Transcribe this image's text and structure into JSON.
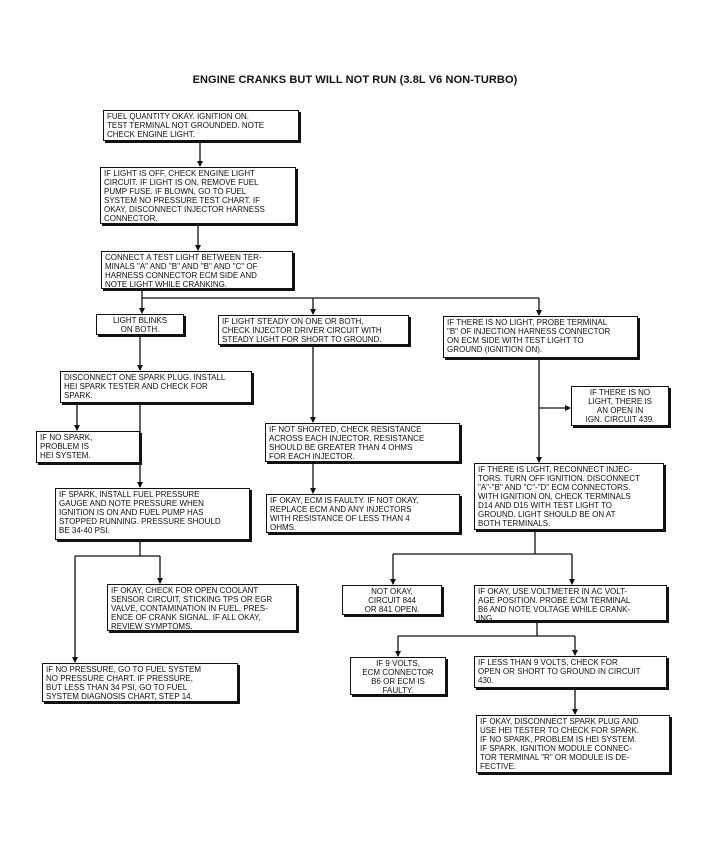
{
  "title": "ENGINE CRANKS BUT WILL NOT RUN (3.8L V6 NON-TURBO)",
  "boxes": {
    "b1": "FUEL QUANTITY OKAY. IGNITION ON.\nTEST TERMINAL NOT GROUNDED. NOTE\nCHECK ENGINE LIGHT.",
    "b2": "IF LIGHT IS OFF, CHECK ENGINE LIGHT\nCIRCUIT. IF LIGHT IS ON, REMOVE FUEL\nPUMP FUSE. IF BLOWN, GO TO FUEL\nSYSTEM NO PRESSURE TEST CHART. IF\nOKAY, DISCONNECT INJECTOR HARNESS\nCONNECTOR.",
    "b3": "CONNECT A TEST LIGHT BETWEEN TER-\nMINALS \"A\" AND \"B\" AND \"B\" AND \"C\" OF\nHARNESS CONNECTOR ECM SIDE AND\nNOTE LIGHT WHILE CRANKING.",
    "b4": "LIGHT BLINKS\nON BOTH.",
    "b5": "IF LIGHT STEADY ON ONE OR BOTH,\nCHECK INJECTOR DRIVER CIRCUIT WITH\nSTEADY LIGHT FOR SHORT TO GROUND.",
    "b6": "IF THERE IS NO LIGHT, PROBE TERMINAL\n\"B\" OF INJECTION HARNESS CONNECTOR\nON ECM SIDE WITH TEST LIGHT TO\nGROUND (IGNITION ON).",
    "b7": "DISCONNECT ONE SPARK PLUG. INSTALL\nHEI SPARK TESTER AND CHECK FOR\nSPARK.",
    "b8": "IF THERE IS NO\nLIGHT, THERE IS\nAN OPEN IN\nIGN. CIRCUIT 439.",
    "b9": "IF NO SPARK,\nPROBLEM IS\nHEI SYSTEM.",
    "b10": "IF NOT SHORTED, CHECK RESISTANCE\nACROSS EACH INJECTOR. RESISTANCE\nSHOULD BE GREATER THAN 4 OHMS\nFOR EACH INJECTOR.",
    "b11": "IF THERE IS LIGHT, RECONNECT INJEC-\nTORS. TURN OFF IGNITION. DISCONNECT\n\"A\"-\"B\" AND \"C\"-\"D\" ECM CONNECTORS.\nWITH IGNITION ON, CHECK TERMINALS\nD14 AND D15 WITH TEST LIGHT TO\nGROUND. LIGHT SHOULD BE ON AT\nBOTH TERMINALS.",
    "b12": "IF SPARK, INSTALL FUEL PRESSURE\nGAUGE AND NOTE PRESSURE WHEN\nIGNITION IS ON AND FUEL PUMP HAS\nSTOPPED RUNNING. PRESSURE SHOULD\nBE 34-40 PSI.",
    "b13": "IF OKAY, ECM IS FAULTY. IF NOT OKAY,\nREPLACE ECM AND ANY INJECTORS\nWITH RESISTANCE OF LESS THAN 4\nOHMS.",
    "b14": "IF OKAY, CHECK FOR OPEN COOLANT\nSENSOR CIRCUIT, STICKING TPS OR EGR\nVALVE, CONTAMINATION IN FUEL, PRES-\nENCE OF CRANK SIGNAL. IF ALL OKAY,\nREVIEW SYMPTOMS.",
    "b15": "NOT OKAY,\nCIRCUIT 844\nOR 841 OPEN.",
    "b16": "IF OKAY, USE VOLTMETER IN AC VOLT-\nAGE POSITION. PROBE ECM TERMINAL\nB6 AND NOTE VOLTAGE WHILE CRANK-\nING.",
    "b17": "IF NO PRESSURE, GO TO FUEL SYSTEM\nNO PRESSURE CHART. IF PRESSURE,\nBUT LESS THAN 34 PSI, GO TO FUEL\nSYSTEM DIAGNOSIS CHART, STEP 14.",
    "b18": "IF 9 VOLTS,\nECM CONNECTOR\nB6 OR ECM IS\nFAULTY.",
    "b19": "IF LESS THAN 9 VOLTS, CHECK FOR\nOPEN OR SHORT TO GROUND IN CIRCUIT\n430.",
    "b20": "IF OKAY, DISCONNECT SPARK PLUG AND\nUSE HEI TESTER TO CHECK FOR SPARK.\nIF NO SPARK, PROBLEM IS HEI SYSTEM.\nIF SPARK, IGNITION MODULE CONNEC-\nTOR TERMINAL \"R\" OR MODULE IS DE-\nFECTIVE."
  }
}
